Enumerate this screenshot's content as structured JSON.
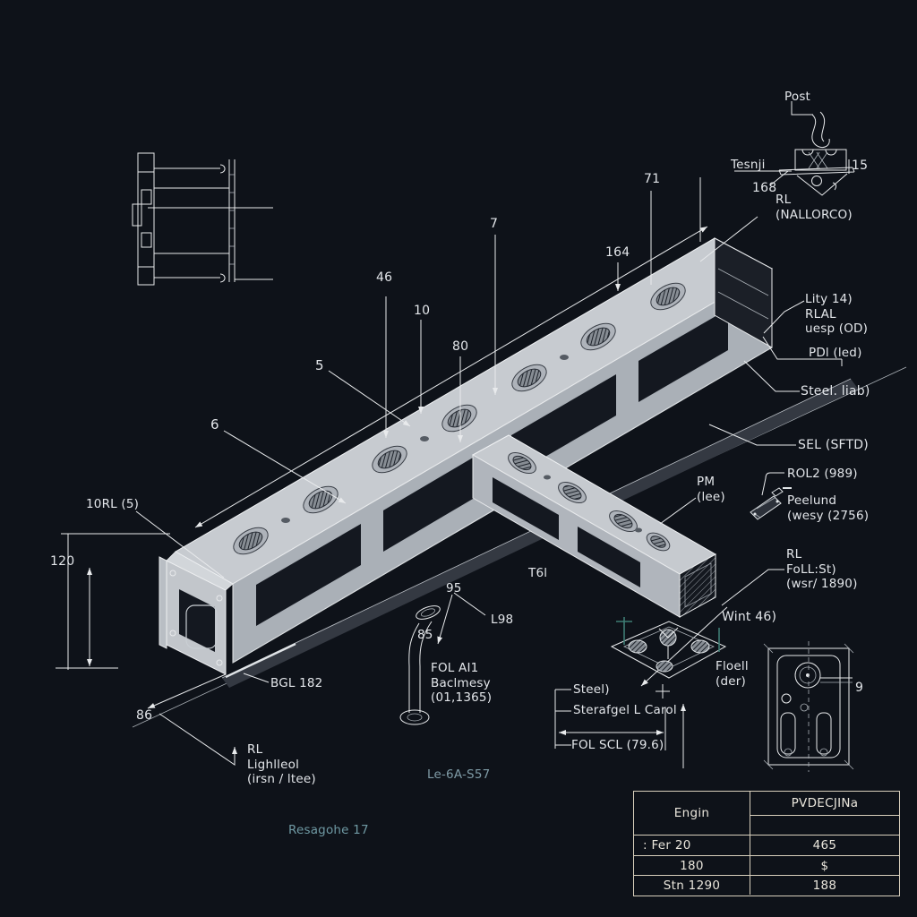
{
  "colors": {
    "background": "#0e1219",
    "linework": "#e8eaec",
    "beam_top": "#c7cbd0",
    "beam_side": "#aab0b7",
    "slot_dark": "#141820",
    "accent_teal": "#3f7d74",
    "muted_label_teal": "#7f9ba6",
    "table_border": "#d8cfbc"
  },
  "labels": {
    "post": "Post",
    "tesnji": "Tesnji",
    "n15": "15",
    "n168": "168",
    "rl_nallorco": "RL\n(NALLORCO)",
    "lity_block": "Lity 14)\nRLAL\nuesp (OD)",
    "pdl": "PDl (led)",
    "steel_liab": "Steel. liab)",
    "sel_sftd": "SEL (SFTD)",
    "rol2": "ROL2 (989)",
    "peelund": "Peelund\n(wesy (2756)",
    "rl_fll": "RL\nFoLL:St)\n(wsr/ 1890)",
    "wint": "Wint 46)",
    "floell": "Floell\n(der)",
    "pm_lee": "PM\n(lee)",
    "n7": "7",
    "n46": "46",
    "n10": "10",
    "n80": "80",
    "n5": "5",
    "n6": "6",
    "n164": "164",
    "n71": "71",
    "n10rl": "10RL (5)",
    "n120": "120",
    "n86": "86",
    "bgl": "BGL 182",
    "rl_light": "RL\nLighlleol\n(irsn / ltee)",
    "n95": "95",
    "l98": "L98",
    "n85": "85",
    "t6l": "T6l",
    "fol_a11": "FOL AI1\nBaclmesy\n(01,1365)",
    "steel2": "Steel)",
    "sterafgel": "Sterafgel L Carol",
    "fol_scl": "FOL SCL (79.6)",
    "le6a": "Le-6A-S57",
    "resagohe": "Resagohe 17",
    "n9": "9"
  },
  "table": {
    "col1_header": "Engin",
    "col2_header": "PVDECJINa",
    "rows": [
      {
        "c1": ": Fer 20",
        "c2": "465"
      },
      {
        "c1": "180",
        "c2": "$"
      },
      {
        "c1": "Stn 1290",
        "c2": "188"
      }
    ]
  }
}
